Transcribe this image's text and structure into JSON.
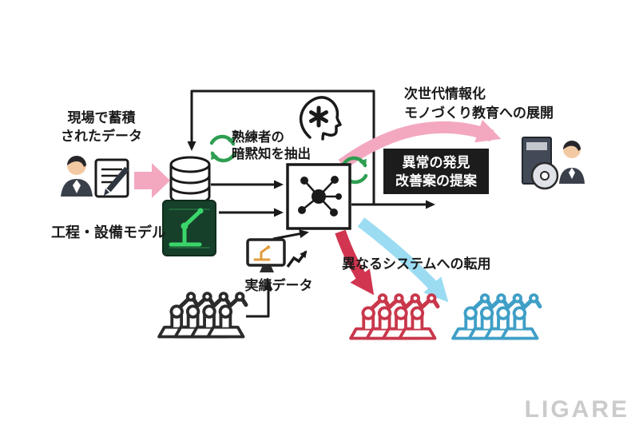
{
  "page": {
    "background": "#ffffff",
    "watermark": "LIGARE"
  },
  "colors": {
    "ink": "#1a1a1a",
    "pink_arrow": "#f3a8c0",
    "green_arrow": "#2e9e51",
    "red_arrow": "#d13550",
    "blue_arrow": "#9bdcf2",
    "gray_robot": "#2b2b2b",
    "red_robot": "#c9374b",
    "blue_robot": "#3f9fc6",
    "screen_bg": "#16402a",
    "screen_fg": "#3bd66a",
    "result_box_bg": "#1c1c1c",
    "result_box_text": "#ffffff",
    "watermark_gray": "#cbcbcb",
    "skin": "#f3c9a4",
    "suit": "#3a4049",
    "monitor_robot_orange": "#e39c3c"
  },
  "labels": {
    "field_data_line1": "現場で蓄積",
    "field_data_line2": "されたデータ",
    "tacit_line1": "熟練者の",
    "tacit_line2": "暗黙知を抽出",
    "process_model": "工程・設備モデル",
    "performance_data": "実績データ",
    "anomaly_line1": "異常の発見",
    "anomaly_line2": "改善案の提案",
    "education_line1": "次世代情報化",
    "education_line2": "モノづくり教育への展開",
    "transfer": "異なるシステムへの転用"
  },
  "icons": {
    "worker": "worker-person-icon",
    "document": "document-pencil-icon",
    "database": "database-cylinder-icon",
    "recycle": "green-cycle-arrows-icon",
    "brain": "head-knowledge-icon",
    "model": "network-model-icon",
    "screen": "process-equipment-screen-icon",
    "monitor": "monitor-robot-icon",
    "chart": "trend-chart-icon",
    "robots": "robot-arm-row-icon",
    "software": "software-package-cd-icon",
    "engineer": "engineer-person-icon"
  }
}
